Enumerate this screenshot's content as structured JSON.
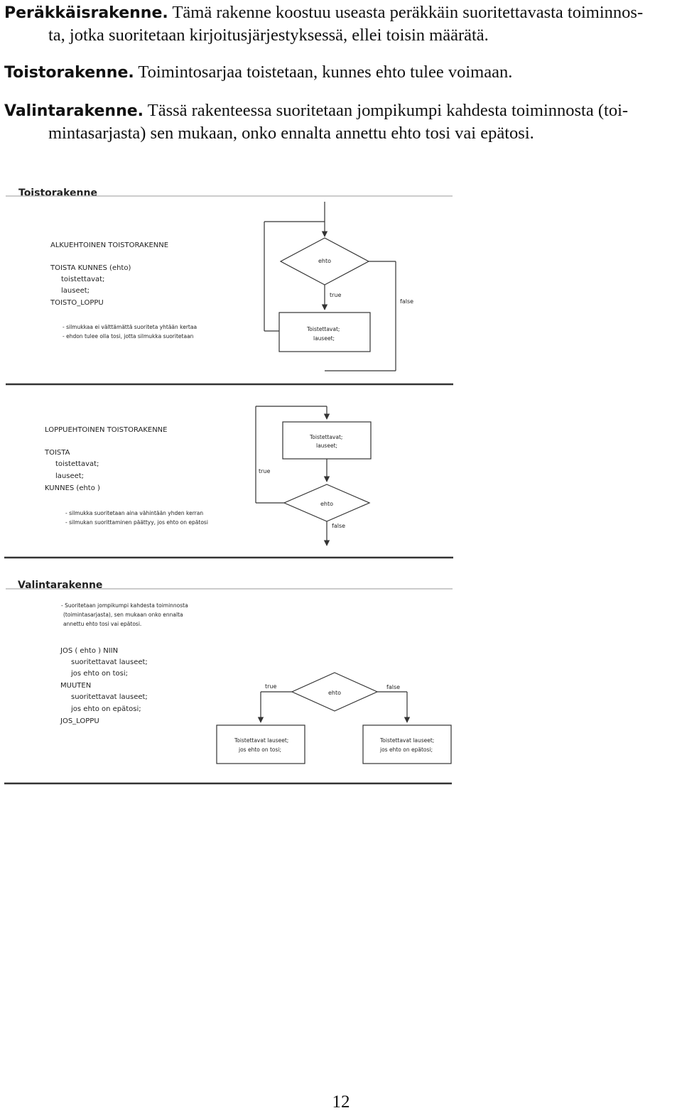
{
  "paragraphs": {
    "sequence": {
      "term": "Peräkkäisrakenne.",
      "line1": "Tämä rakenne koostuu useasta peräkkäin suoritettavasta toiminnos-",
      "line2": "ta, jotka suoritetaan kirjoitusjärjestyksessä, ellei toisin määrätä."
    },
    "loop": {
      "term": "Toistorakenne.",
      "line1": "Toimintosarjaa toistetaan, kunnes ehto tulee voimaan."
    },
    "selection": {
      "term": "Valintarakenne.",
      "line1": "Tässä rakenteessa suoritetaan jompikumpi kahdesta toiminnosta (toi-",
      "line2": "mintasarjasta) sen mukaan, onko ennalta annettu ehto tosi vai epätosi."
    }
  },
  "figure": {
    "section1": {
      "heading": "Toistorakenne",
      "subtitle": "ALKUEHTOINEN TOISTORAKENNE",
      "code": [
        "TOISTA KUNNES (ehto)",
        "toistettavat;",
        "lauseet;",
        "TOISTO_LOPPU"
      ],
      "notes": [
        "- silmukkaa ei välttämättä suoriteta yhtään kertaa",
        "- ehdon tulee olla tosi, jotta silmukka suoritetaan"
      ],
      "decision_label": "ehto",
      "true_label": "true",
      "false_label": "false",
      "box_line1": "Toistettavat;",
      "box_line2": "lauseet;"
    },
    "section2": {
      "subtitle": "LOPPUEHTOINEN TOISTORAKENNE",
      "code": [
        "TOISTA",
        "toistettavat;",
        "lauseet;",
        "KUNNES (ehto )"
      ],
      "notes": [
        "- silmukka suoritetaan aina vähintään yhden kerran",
        "- silmukan suorittaminen päättyy, jos ehto on epätosi"
      ],
      "decision_label": "ehto",
      "true_label": "true",
      "false_label": "false",
      "box_line1": "Toistettavat;",
      "box_line2": "lauseet;"
    },
    "section3": {
      "heading": "Valintarakenne",
      "description": [
        "- Suoritetaan jompikumpi kahdesta toiminnosta",
        "(toimintasarjasta), sen mukaan onko ennalta",
        "annettu ehto tosi vai epätosi."
      ],
      "code": [
        "JOS ( ehto ) NIIN",
        "suoritettavat lauseet;",
        "jos ehto on tosi;",
        "MUUTEN",
        "suoritettavat lauseet;",
        "jos ehto on epätosi;",
        "JOS_LOPPU"
      ],
      "decision_label": "ehto",
      "true_label": "true",
      "false_label": "false",
      "box_true_line1": "Toistettavat lauseet;",
      "box_true_line2": "jos ehto on tosi;",
      "box_false_line1": "Toistettavat lauseet;",
      "box_false_line2": "jos ehto on epätosi;"
    }
  },
  "page_number": "12"
}
